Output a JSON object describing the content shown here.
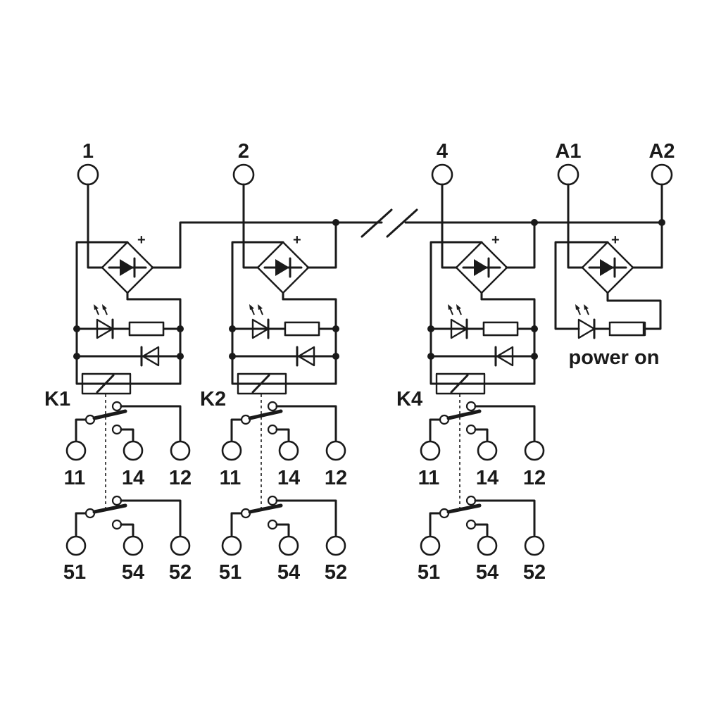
{
  "terminals": {
    "t1": "1",
    "t2": "2",
    "t4": "4",
    "a1": "A1",
    "a2": "A2"
  },
  "bridge_plus": "+",
  "relays": [
    {
      "name": "K1",
      "contact1": {
        "common": "11",
        "no": "14",
        "nc": "12"
      },
      "contact2": {
        "common": "51",
        "no": "54",
        "nc": "52"
      }
    },
    {
      "name": "K2",
      "contact1": {
        "common": "11",
        "no": "14",
        "nc": "12"
      },
      "contact2": {
        "common": "51",
        "no": "54",
        "nc": "52"
      }
    },
    {
      "name": "K4",
      "contact1": {
        "common": "11",
        "no": "14",
        "nc": "12"
      },
      "contact2": {
        "common": "51",
        "no": "54",
        "nc": "52"
      }
    }
  ],
  "power_led_label": "power on"
}
